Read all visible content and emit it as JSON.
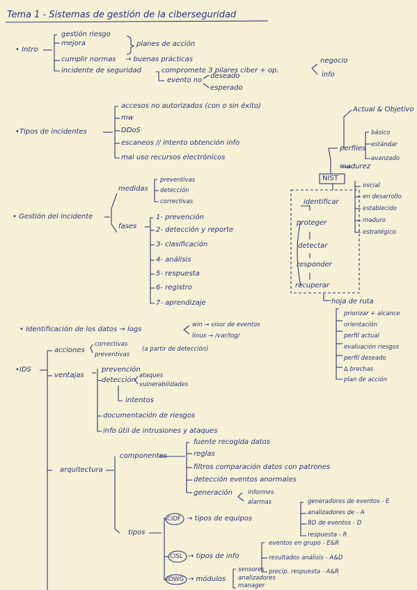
{
  "title": "Tema 1 - Sistemas de gestión de la ciberseguridad",
  "intro": {
    "label": "• Intro",
    "items": [
      "gestión riesgo",
      "mejora",
      "cumplir normas",
      "incidente de seguridad"
    ],
    "planes": "planes de acción",
    "buenas": "→ buenas prácticas",
    "compromete": "compromete 3 pilares ciber + op.",
    "negocio": "negocio",
    "info": "info",
    "evento": "evento no",
    "deseado": "deseado",
    "esperado": "esperado"
  },
  "tipos": {
    "label": "•Tipos de incidentes",
    "items": [
      "accesos no autorizados (con o sin éxito)",
      "mw",
      "DDoS",
      "escaneos // intento obtención info",
      "mal uso recursos electrónicos"
    ]
  },
  "nist": {
    "label": "NIST",
    "perfiles": "perfiles",
    "perfiles_items": [
      "básico",
      "estándar",
      "avanzado"
    ],
    "actual": "Actual & Objetivo",
    "madurez": "madurez",
    "madurez_items": [
      "inicial",
      "en desarrollo",
      "establecido",
      "maduro",
      "estratégico"
    ],
    "steps": [
      "identificar",
      "proteger",
      "detectar",
      "responder",
      "recuperar"
    ],
    "hoja": "hoja de ruta",
    "hoja_items": [
      "priorizar + alcance",
      "orientación",
      "perfil actual",
      "evaluación riesgos",
      "perfil deseado",
      "∆ brechas",
      "plan de acción"
    ]
  },
  "gestion": {
    "label": "• Gestión del incidente",
    "medidas": "medidas",
    "medidas_items": [
      "preventivas",
      "detección",
      "correctivas"
    ],
    "fases": "fases",
    "fases_items": [
      "1- prevención",
      "2- detección y reporte",
      "3- clasificación",
      "4- análisis",
      "5- respuesta",
      "6- registro",
      "7- aprendizaje"
    ]
  },
  "ident": {
    "label": "• Identificación de los datos → logs",
    "win": "win → visor de eventos",
    "linux": "linux → /var/log/"
  },
  "ids": {
    "label": "•IDS",
    "acciones": "acciones",
    "acciones_items": [
      "correctivas",
      "preventivas"
    ],
    "acciones_note": "(a partir de detección)",
    "ventajas": "ventajas",
    "prevencion": "prevención",
    "deteccion": "detección",
    "ataques": "ataques",
    "vulnerabilidades": "vulnerabilidades",
    "intentos": "intentos",
    "documentacion": "documentación de riesgos",
    "info_util": "info útil de intrusiones y ataques",
    "arquitectura": "arquitectura",
    "componentes": "componentes",
    "componentes_items": [
      "fuente recogida datos",
      "reglas",
      "filtros comparación datos con patrones",
      "detección eventos anormales",
      "generación"
    ],
    "informes": "informes",
    "alarmas": "alarmas",
    "tipos": "tipos",
    "cidf": "CIDF",
    "cidf_arrow": "→ tipos de equipos",
    "cidf_items": [
      "generadores de eventos - E",
      "analizadores de - A",
      "BD de eventos - D",
      "respuesta - R"
    ],
    "cisl": "CISL",
    "cisl_arrow": "→ tipos de info",
    "cisl_items": [
      "eventos en grupo - E&R",
      "resultados análisis - A&D",
      "precip. respuesta - A&R"
    ],
    "idwg": "IDWG",
    "idwg_arrow": "→ módulos",
    "idwg_items": [
      "sensores",
      "analizadores",
      "manager"
    ]
  }
}
